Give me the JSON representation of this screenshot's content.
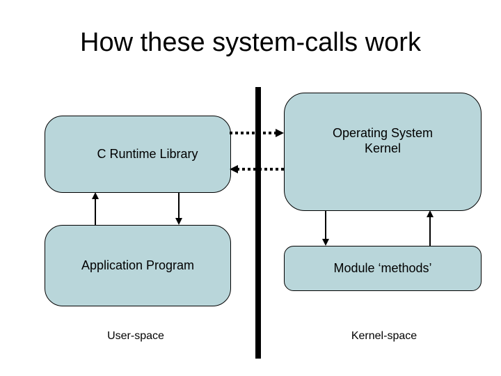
{
  "slide": {
    "title": "How these system-calls work",
    "boxes": {
      "c_runtime": {
        "label": "C Runtime Library"
      },
      "os_kernel": {
        "label": "Operating System Kernel"
      },
      "application": {
        "label": "Application Program"
      },
      "module": {
        "label": "Module ‘methods’"
      }
    },
    "labels": {
      "user_space": "User-space",
      "kernel_space": "Kernel-space"
    },
    "arrows": [
      {
        "from": "c_runtime",
        "to": "os_kernel",
        "style": "dotted",
        "direction": "right"
      },
      {
        "from": "os_kernel",
        "to": "c_runtime",
        "style": "dotted",
        "direction": "left"
      },
      {
        "from": "application",
        "to": "c_runtime",
        "style": "solid",
        "direction": "up"
      },
      {
        "from": "c_runtime",
        "to": "application",
        "style": "solid",
        "direction": "down"
      },
      {
        "from": "os_kernel",
        "to": "module",
        "style": "solid",
        "direction": "down"
      },
      {
        "from": "module",
        "to": "os_kernel",
        "style": "solid",
        "direction": "up"
      }
    ],
    "colors": {
      "box_fill": "#b9d6da",
      "box_border": "#000000",
      "divider": "#000000",
      "slide_bg": "#ffffff",
      "text": "#000000"
    }
  }
}
